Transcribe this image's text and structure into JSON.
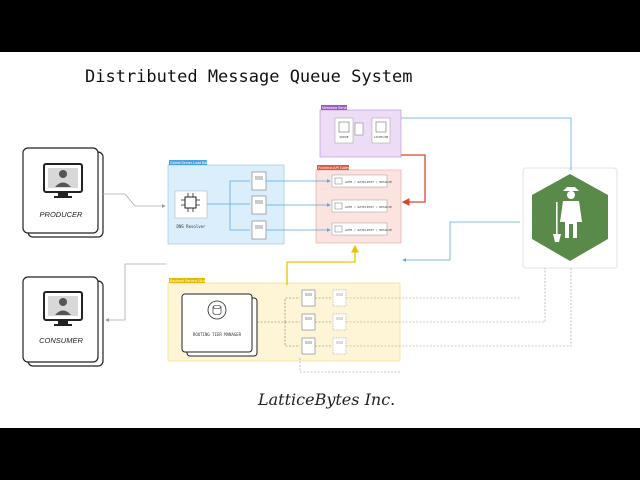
{
  "title": "Distributed Message Queue System",
  "footer": "LatticeBytes Inc.",
  "nodes": {
    "producer": "PRODUCER",
    "consumer": "CONSUMER",
    "routing_manager": "ROUTING TIER MANAGER",
    "dns_resolver": "DNS Resolver",
    "metadata_queue": "QUEUE",
    "metadata_cache": "CACHE/DB"
  },
  "zones": {
    "metadata": "Metadata Service",
    "load_balancer": "Global Server Load Balancer",
    "frontend": "Frontend API Gateway",
    "backend": "Backend Service Cluster"
  },
  "gateway_rows": [
    "AUTH / RATELIMIT / RESOLVE",
    "AUTH / RATELIMIT / RESOLVE",
    "AUTH / RATELIMIT / RESOLVE"
  ],
  "logo": "gardener-hexagon-icon",
  "colors": {
    "metadata_zone": "#eddcf5",
    "lb_zone": "#dbeefb",
    "frontend_zone": "#fbe3df",
    "backend_zone": "#fdf5d6",
    "logo_green": "#5a8a4a",
    "arrow_blue": "#5aa9e6",
    "arrow_red": "#d9482b",
    "arrow_yellow": "#f0c000",
    "arrow_gray": "#999999"
  }
}
